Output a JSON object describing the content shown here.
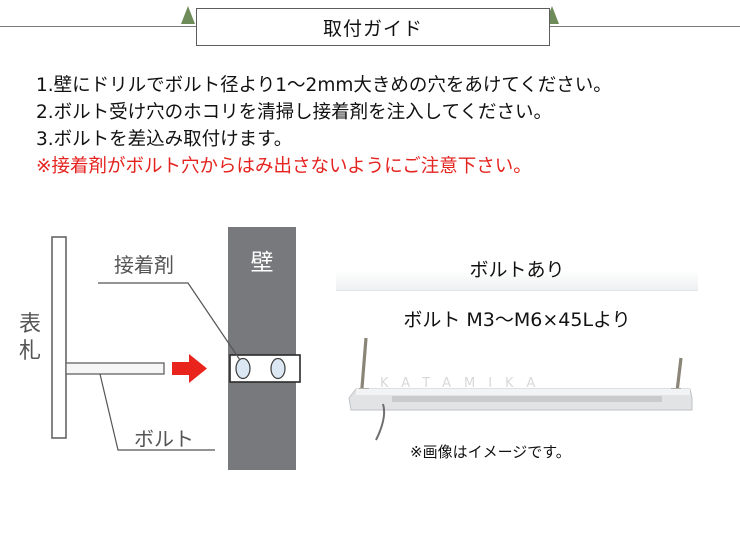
{
  "header": {
    "title": "取付ガイド"
  },
  "instructions": {
    "step1": "1.壁にドリルでボルト径より1〜2mm大きめの穴をあけてください。",
    "step2": "2.ボルト受け穴のホコリを清掃し接着剤を注入してください。",
    "step3": "3.ボルトを差込み取付けます。",
    "warning": "※接着剤がボルト穴からはみ出さないようにご注意下さい。"
  },
  "diagram": {
    "plate_label": "表札",
    "adhesive_label": "接着剤",
    "wall_label": "壁",
    "bolt_label": "ボルト"
  },
  "product": {
    "heading": "ボルトあり",
    "spec": "ボルト M3〜M6×45Lより",
    "note": "※画像はイメージです。",
    "watermark": "KATAMIKA"
  },
  "colors": {
    "header_accent": "#6e8b5a",
    "warning": "#e5231f",
    "arrow": "#e8241c",
    "wall": "#77797c",
    "adhesive_fill": "#dbe7f2"
  }
}
